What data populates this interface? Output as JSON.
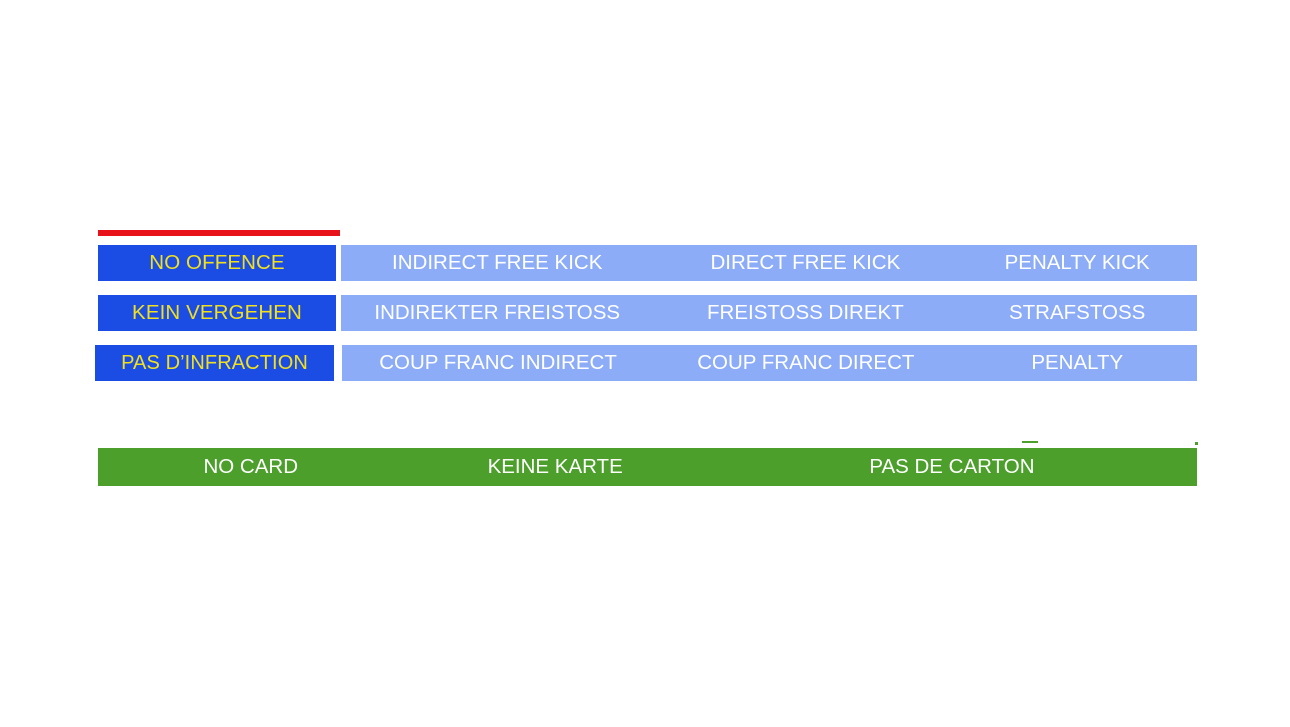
{
  "slide": {
    "background_color": "#FFFFFF",
    "accent_rule_color": "#E8121A"
  },
  "colors": {
    "offence_bg": "#1B4DE4",
    "offence_text": "#F2E01C",
    "restart_bg": "#8CACF7",
    "restart_text": "#FFFFFF",
    "card_bg": "#4C9F2A",
    "card_text": "#FFFFFF",
    "accent_red": "#E8121A"
  },
  "table": {
    "rows": [
      {
        "language": "english",
        "offence": "NO OFFENCE",
        "restarts": [
          "INDIRECT FREE KICK",
          "DIRECT FREE KICK",
          "PENALTY KICK"
        ]
      },
      {
        "language": "german",
        "offence": "KEIN VERGEHEN",
        "restarts": [
          "INDIREKTER FREISTOSS",
          "FREISTOSS DIREKT",
          "STRAFSTOSS"
        ]
      },
      {
        "language": "french",
        "offence": "PAS D’INFRACTION",
        "restarts": [
          "COUP FRANC INDIRECT",
          "COUP FRANC DIRECT",
          "PENALTY"
        ]
      }
    ]
  },
  "card_bar": {
    "labels": [
      "NO CARD",
      "KEINE KARTE",
      "PAS DE CARTON"
    ]
  }
}
